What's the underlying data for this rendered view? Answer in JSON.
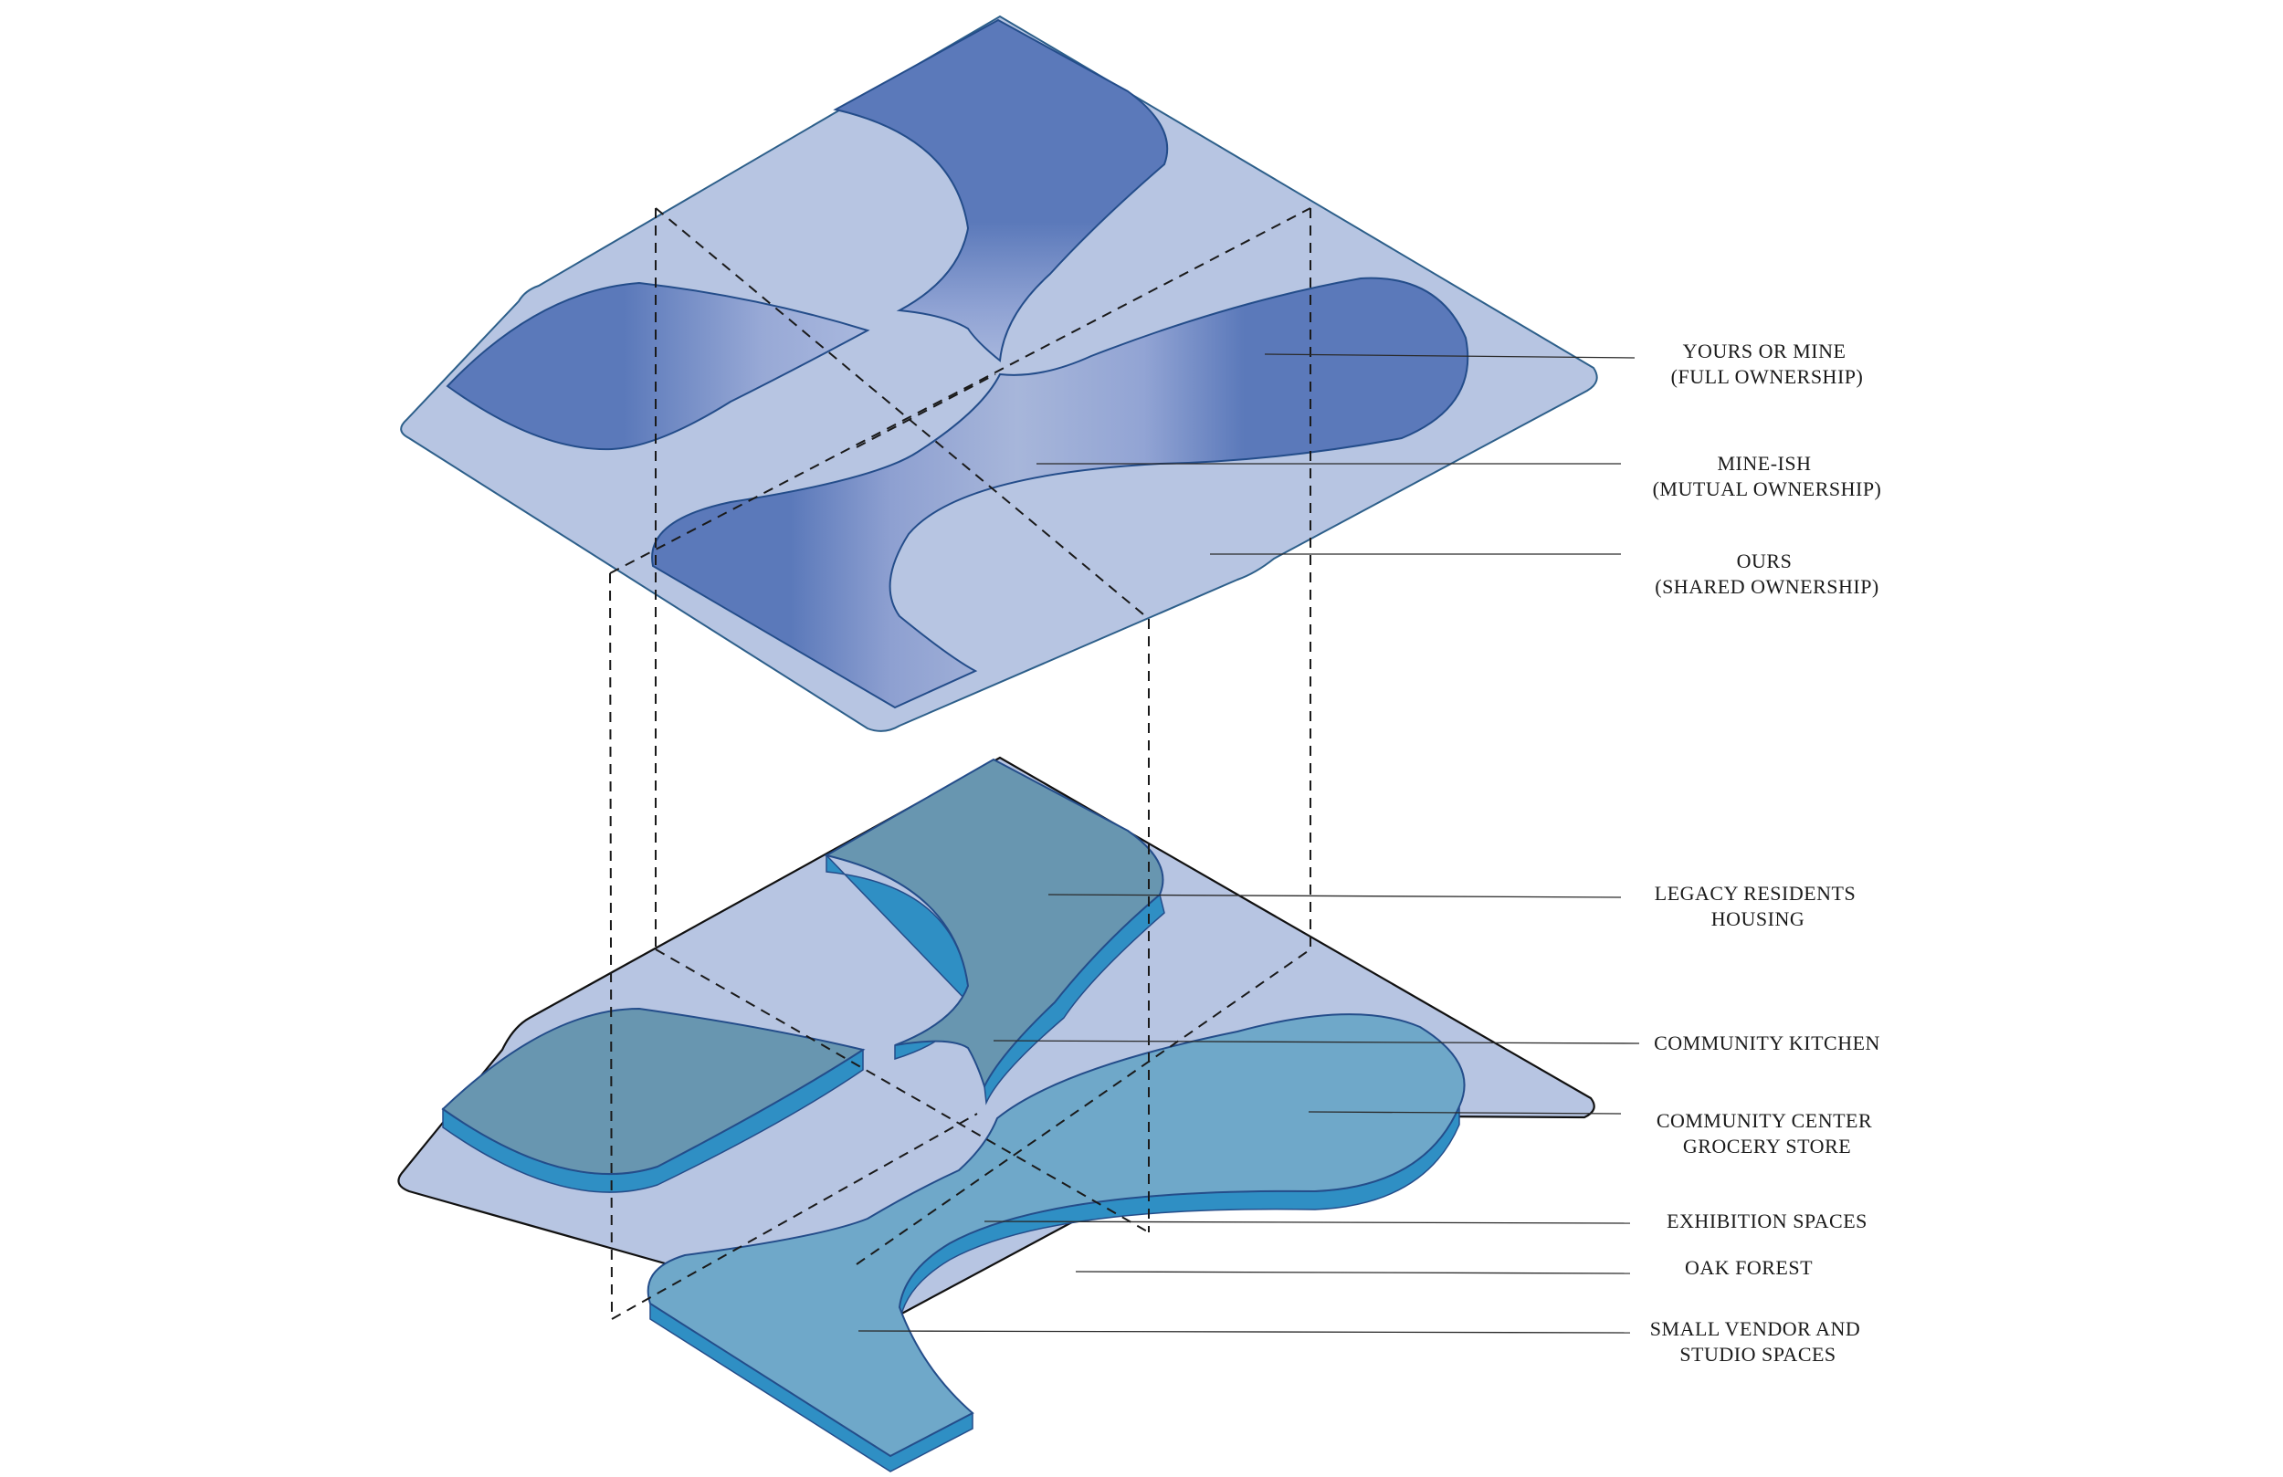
{
  "colors": {
    "base_fill": "#b7c5e2",
    "full_ownership": "#5b79ba",
    "mutual_ownership_mid": "#a7b6da",
    "housing_kitchen": "#6896b0",
    "community_light": "#6fa8c9",
    "extrusion_side": "#2f8fc4"
  },
  "upper_layer": {
    "labels": [
      {
        "line1": "YOURS OR MINE",
        "line2": "(FULL OWNERSHIP)"
      },
      {
        "line1": "MINE-ISH",
        "line2": "(MUTUAL OWNERSHIP)"
      },
      {
        "line1": "OURS",
        "line2": "(SHARED OWNERSHIP)"
      }
    ]
  },
  "lower_layer": {
    "labels": [
      {
        "line1": "LEGACY RESIDENTS",
        "line2": "HOUSING"
      },
      {
        "line1": "COMMUNITY KITCHEN",
        "line2": ""
      },
      {
        "line1": "COMMUNITY CENTER",
        "line2": "GROCERY STORE"
      },
      {
        "line1": "EXHIBITION SPACES",
        "line2": ""
      },
      {
        "line1": "OAK FOREST",
        "line2": ""
      },
      {
        "line1": "SMALL VENDOR AND",
        "line2": "STUDIO SPACES"
      }
    ]
  }
}
